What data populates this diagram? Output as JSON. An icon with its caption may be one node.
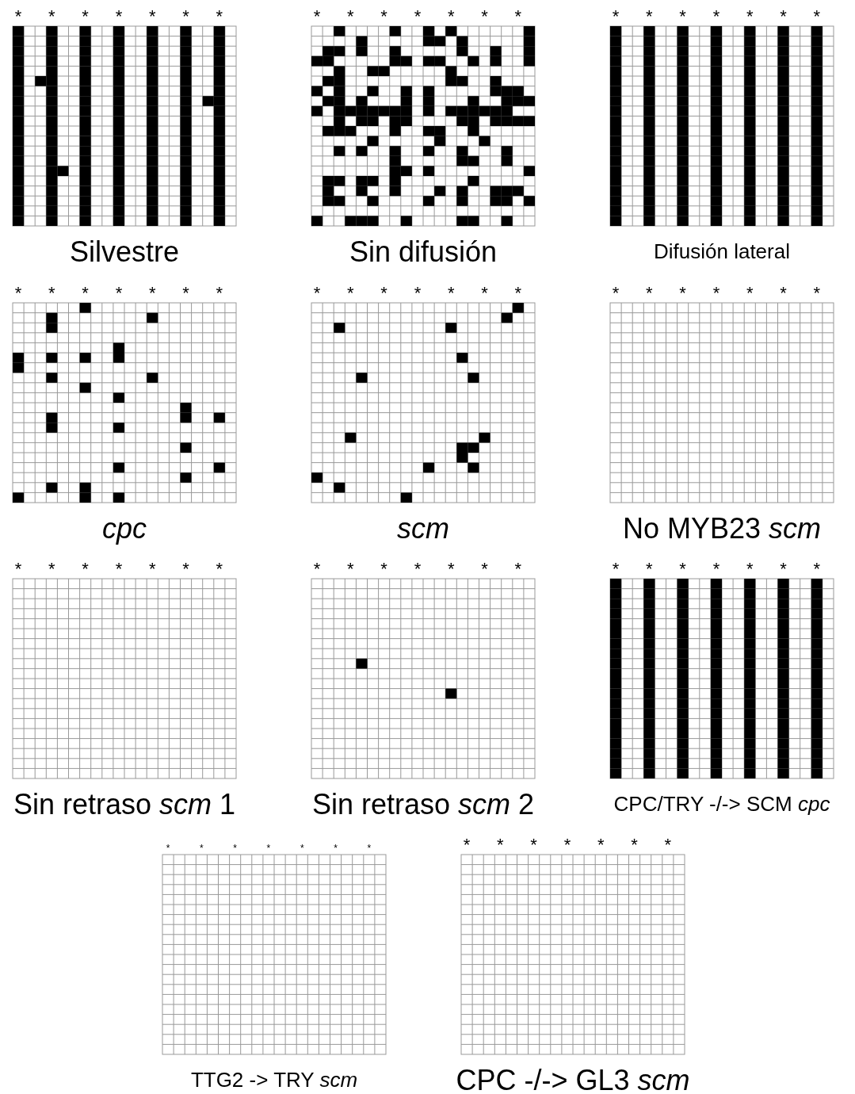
{
  "diagram": {
    "labels": [
      "*",
      "*",
      "*",
      "*",
      "*",
      "*",
      "*",
      "Silvestre",
      "*",
      "*",
      "*",
      "*",
      "*",
      "*",
      "*",
      "Sin difusión",
      "*",
      "*",
      "*",
      "*",
      "*",
      "*",
      "*",
      "Difusión lateral",
      "*",
      "*",
      "*",
      "*",
      "*",
      "*",
      "*",
      "cpc",
      "*",
      "*",
      "*",
      "*",
      "*",
      "*",
      "*",
      "scm",
      "*",
      "*",
      "*",
      "*",
      "*",
      "*",
      "*",
      "No MYB23 *scm*",
      "*",
      "*",
      "*",
      "*",
      "*",
      "*",
      "*",
      "Sin retraso *scm* 1",
      "*",
      "*",
      "*",
      "*",
      "*",
      "*",
      "*",
      "Sin retraso *scm* 2",
      "*",
      "*",
      "*",
      "*",
      "*",
      "*",
      "*",
      "CPC/TRY -/-> SCM *cpc*",
      "*",
      "*",
      "*",
      "*",
      "*",
      "*",
      "*",
      "TTG2 -> TRY *scm*",
      "*",
      "*",
      "*",
      "*",
      "*",
      "*",
      "*",
      "CPC -/-> GL3 *scm*"
    ]
  }
}
